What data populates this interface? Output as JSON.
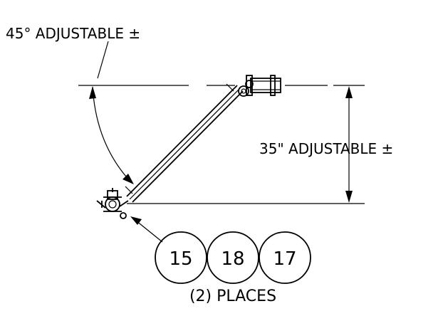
{
  "annotations": {
    "angle_label": "45° ADJUSTABLE ±",
    "height_label": "35\" ADJUSTABLE ±"
  },
  "balloons": [
    {
      "number": "15"
    },
    {
      "number": "18"
    },
    {
      "number": "17"
    }
  ],
  "places_note": "(2) PLACES"
}
